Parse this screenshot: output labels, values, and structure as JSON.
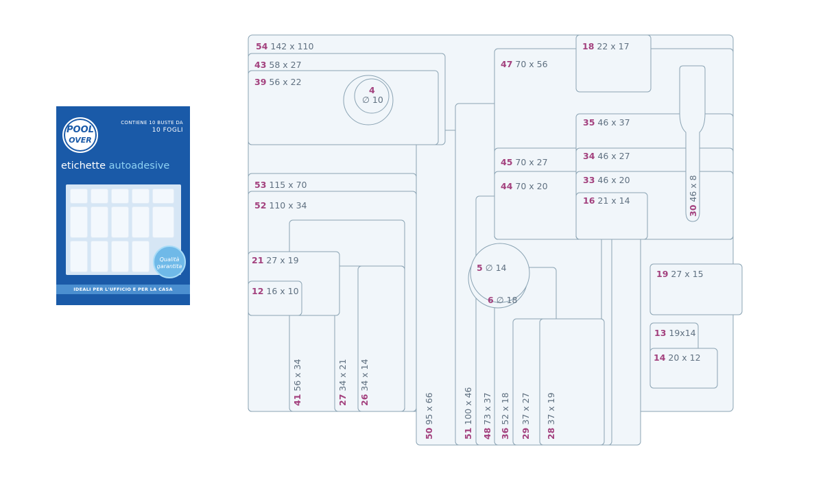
{
  "package": {
    "logo_top": "POOL",
    "logo_bottom": "OVER",
    "contains": "CONTIENE 10 BUSTE DA",
    "sheets": "10 FOGLI",
    "title_plain": "etichette",
    "title_accent": "autoadesive",
    "quality_line1": "Qualità",
    "quality_line2": "garantita",
    "footer": "IDEALI PER L'UFFICIO E PER LA CASA"
  },
  "colors": {
    "package_blue": "#1a5aa8",
    "accent_cyan": "#8ed1f3",
    "outline": "#8aa3b3",
    "fill": "#f1f6fa",
    "code": "#a3417e",
    "size_text": "#5f7080"
  },
  "labels": [
    {
      "code": "54",
      "size": "142 x 110"
    },
    {
      "code": "43",
      "size": "58 x 27"
    },
    {
      "code": "39",
      "size": "56 x 22"
    },
    {
      "code": "4",
      "size": "∅ 10"
    },
    {
      "code": "47",
      "size": "70 x 56"
    },
    {
      "code": "18",
      "size": "22 x 17"
    },
    {
      "code": "35",
      "size": "46 x 37"
    },
    {
      "code": "45",
      "size": "70 x 27"
    },
    {
      "code": "34",
      "size": "46 x 27"
    },
    {
      "code": "44",
      "size": "70 x 20"
    },
    {
      "code": "33",
      "size": "46 x 20"
    },
    {
      "code": "16",
      "size": "21 x 14"
    },
    {
      "code": "30",
      "size": "46 x 8"
    },
    {
      "code": "53",
      "size": "115 x 70"
    },
    {
      "code": "52",
      "size": "110 x 34"
    },
    {
      "code": "21",
      "size": "27 x 19"
    },
    {
      "code": "12",
      "size": "16 x 10"
    },
    {
      "code": "5",
      "size": "∅ 14"
    },
    {
      "code": "6",
      "size": "∅ 18"
    },
    {
      "code": "19",
      "size": "27 x 15"
    },
    {
      "code": "13",
      "size": "19x14"
    },
    {
      "code": "14",
      "size": "20 x 12"
    },
    {
      "code": "41",
      "size": "56 x 34"
    },
    {
      "code": "27",
      "size": "34 x 21"
    },
    {
      "code": "26",
      "size": "34 x 14"
    },
    {
      "code": "50",
      "size": "95 x 66"
    },
    {
      "code": "51",
      "size": "100 x 46"
    },
    {
      "code": "48",
      "size": "73 x 37"
    },
    {
      "code": "36",
      "size": "52 x 18"
    },
    {
      "code": "29",
      "size": "37 x 27"
    },
    {
      "code": "28",
      "size": "37 x 19"
    }
  ]
}
